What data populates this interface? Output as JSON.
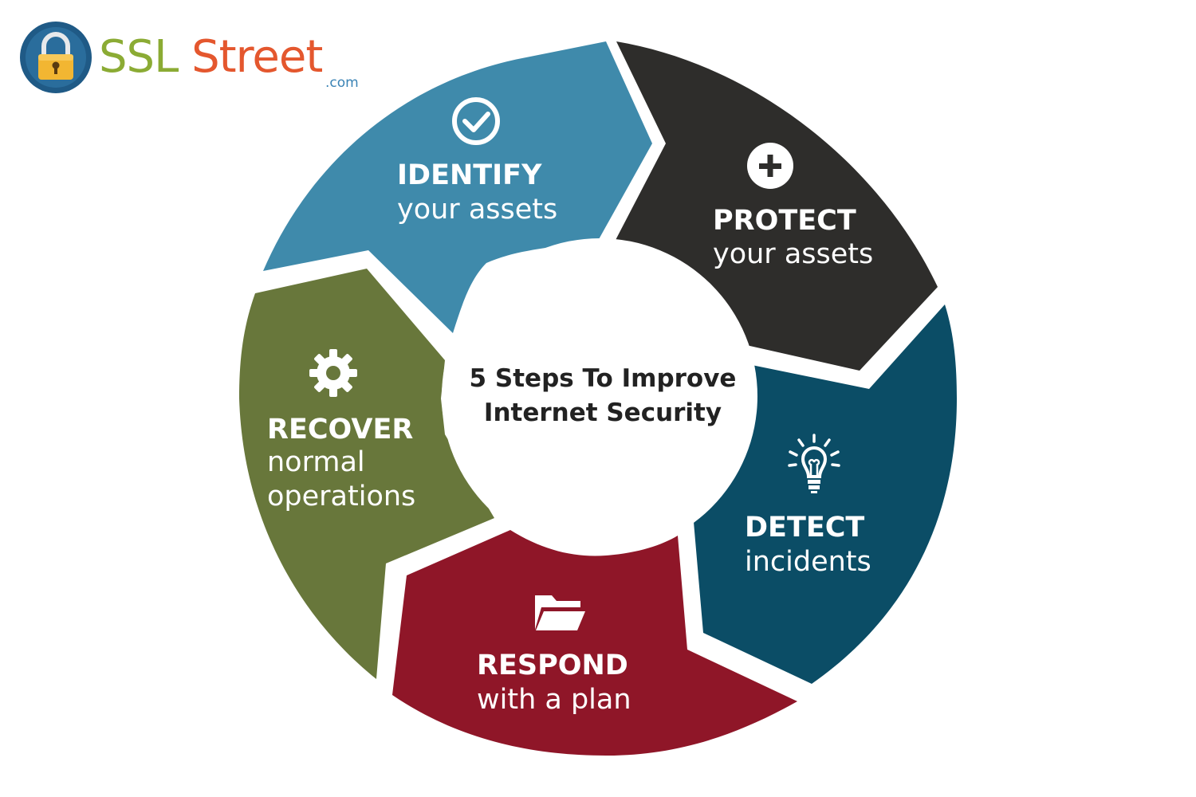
{
  "logo": {
    "word_ssl": "SSL",
    "word_street": "Street",
    "domain_suffix": ".com",
    "icon": "padlock-icon",
    "colors": {
      "ssl": "#8bab34",
      "street": "#e4572e",
      "com": "#3a83b5",
      "badge": "#1f5a86",
      "lock": "#f2b632"
    }
  },
  "center": {
    "title_line1": "5 Steps To Improve",
    "title_line2": "Internet Security"
  },
  "steps": [
    {
      "id": "identify",
      "title": "IDENTIFY",
      "subtitle_lines": [
        "your assets"
      ],
      "icon": "check-circle-icon",
      "color": "#3f8aab"
    },
    {
      "id": "protect",
      "title": "PROTECT",
      "subtitle_lines": [
        "your assets"
      ],
      "icon": "plus-circle-icon",
      "color": "#2e2d2b"
    },
    {
      "id": "detect",
      "title": "DETECT",
      "subtitle_lines": [
        "incidents"
      ],
      "icon": "lightbulb-icon",
      "color": "#0b4d66"
    },
    {
      "id": "respond",
      "title": "RESPOND",
      "subtitle_lines": [
        "with a plan"
      ],
      "icon": "folder-icon",
      "color": "#8f1628"
    },
    {
      "id": "recover",
      "title": "RECOVER",
      "subtitle_lines": [
        "normal",
        "operations"
      ],
      "icon": "gear-icon",
      "color": "#68773b"
    }
  ]
}
